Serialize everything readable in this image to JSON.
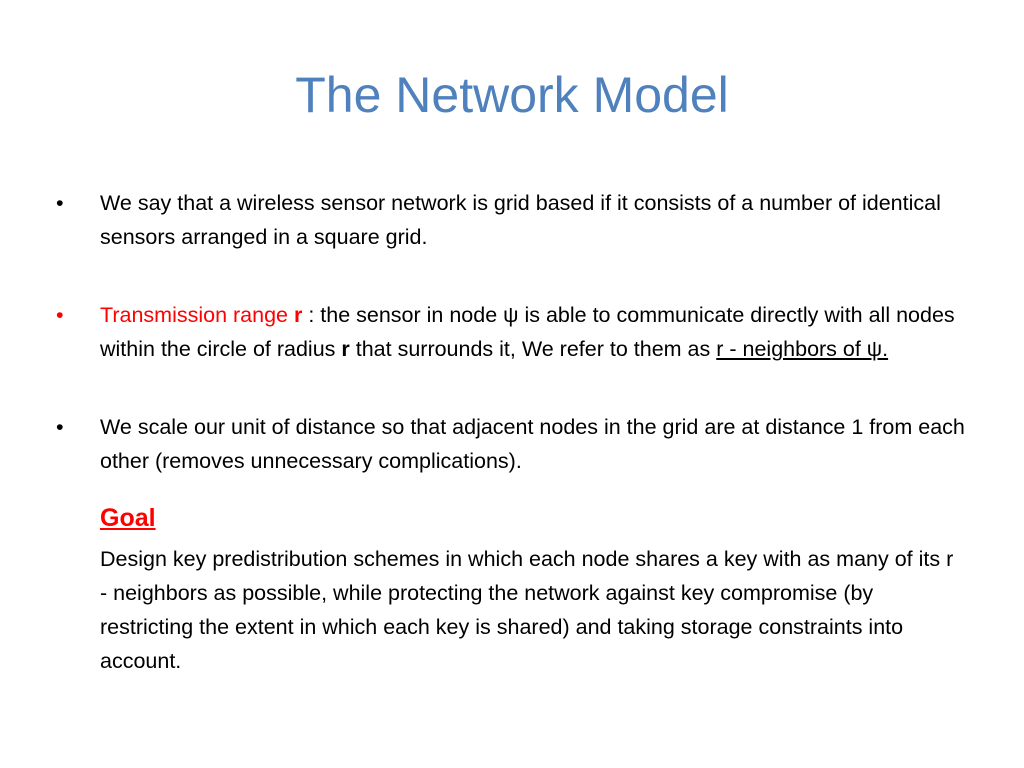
{
  "slide": {
    "title": "The Network Model",
    "bullet_glyph": "•",
    "bullets": [
      {
        "text": "We say that a wireless sensor network is grid based if it consists of a number of identical sensors arranged in a square grid."
      },
      {
        "lead": "Transmission range ",
        "lead_var": "r",
        "text1": " : the sensor in node ψ is able to communicate directly with all nodes within the circle of radius ",
        "var_r": "r",
        "text2": " that surrounds it, We refer to them as ",
        "underlined": "r - neighbors of ψ."
      },
      {
        "text": "We scale our unit of distance so that adjacent nodes in the grid are at distance 1 from each other (removes unnecessary complications)."
      }
    ],
    "goal": {
      "heading": "Goal",
      "text": "Design key predistribution schemes in which each node shares a key with as many of its r - neighbors as possible, while protecting the network against key compromise (by restricting the extent in which each key is shared) and taking storage constraints into account."
    }
  },
  "colors": {
    "title": "#4f81bd",
    "accent": "#ff0000",
    "text": "#000000",
    "background": "#ffffff"
  }
}
